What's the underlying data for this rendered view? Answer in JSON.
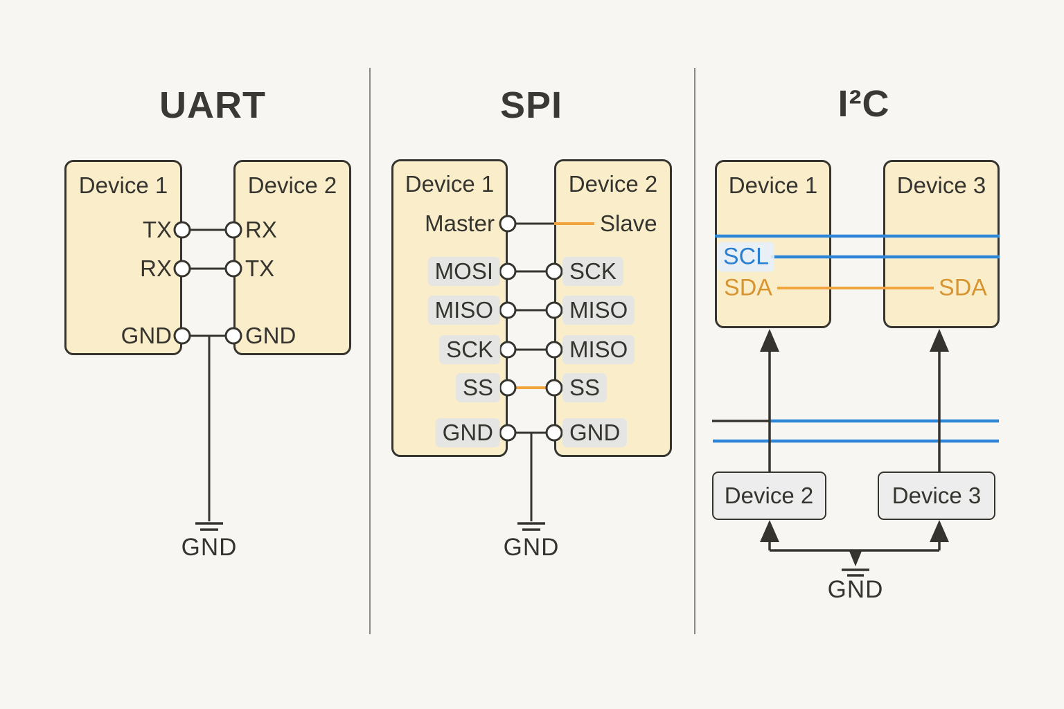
{
  "colors": {
    "background": "#f7f6f2",
    "device_box_fill": "#faedca",
    "device_box_border": "#35342f",
    "secondary_box_fill": "#ededed",
    "wire_black": "#35342f",
    "wire_blue": "#2e86d8",
    "wire_orange": "#f0a43e",
    "scl_text_color": "#2b7fd0",
    "sda_text_color": "#d7942f",
    "pin_label_bg": "#e0e3e8"
  },
  "panels": {
    "uart": {
      "title": "UART",
      "device1": {
        "label": "Device 1",
        "pins": [
          "TX",
          "RX",
          "GND"
        ]
      },
      "device2": {
        "label": "Device 2",
        "pins": [
          "RX",
          "TX",
          "GND"
        ]
      },
      "ground_label": "GND",
      "connections": [
        {
          "from": "Device 1 TX",
          "to": "Device 2 RX",
          "color": "black"
        },
        {
          "from": "Device 1 RX",
          "to": "Device 2 TX",
          "color": "black"
        },
        {
          "from": "Device 1 GND",
          "to": "Device 2 GND",
          "color": "black",
          "note": "dropped to ground symbol"
        }
      ]
    },
    "spi": {
      "title": "SPI",
      "device1": {
        "label": "Device 1",
        "pins": [
          "Master",
          "MOSI",
          "MISO",
          "SCK",
          "SS",
          "GND"
        ]
      },
      "device2": {
        "label": "Device 2",
        "pins": [
          "Slave",
          "SCK",
          "MISO",
          "MISO",
          "SS",
          "GND"
        ]
      },
      "ground_label": "GND",
      "connections": [
        {
          "from": "Master",
          "to": "Slave",
          "color": "black-then-orange"
        },
        {
          "from": "MOSI",
          "to": "SCK",
          "color": "black"
        },
        {
          "from": "MISO",
          "to": "MISO",
          "color": "black"
        },
        {
          "from": "SCK",
          "to": "MISO",
          "color": "black"
        },
        {
          "from": "SS",
          "to": "SS",
          "color": "orange"
        },
        {
          "from": "GND",
          "to": "GND",
          "color": "black",
          "note": "dropped to ground symbol"
        }
      ]
    },
    "i2c": {
      "title": "I²C",
      "top_device_left": {
        "label": "Device 1"
      },
      "top_device_right": {
        "label": "Device 3"
      },
      "bus": {
        "scl_label": "SCL",
        "sda_label_left": "SDA",
        "sda_label_right": "SDA"
      },
      "bottom_device_left": {
        "label": "Device 2"
      },
      "bottom_device_right": {
        "label": "Device 3"
      },
      "ground_label": "GND",
      "connections": [
        {
          "line": "SCL",
          "color": "blue",
          "note": "shared clock bus line"
        },
        {
          "line": "SDA",
          "color": "orange",
          "note": "shared data bus line"
        },
        {
          "from": "Device 2",
          "to": "bus",
          "color": "black",
          "note": "arrow up"
        },
        {
          "from": "Device 3",
          "to": "bus",
          "color": "black",
          "note": "arrow up"
        },
        {
          "from": "Device 2 + Device 3",
          "to": "GND",
          "color": "black",
          "note": "common ground rail"
        }
      ]
    }
  }
}
